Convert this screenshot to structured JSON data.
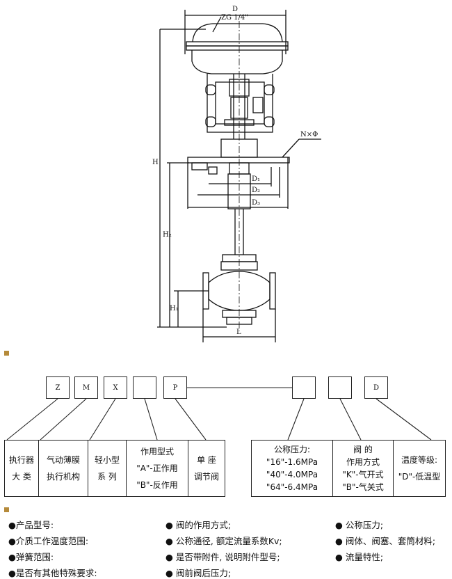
{
  "drawing": {
    "dim_d": "D",
    "thread": "ZG 1/4\"",
    "dim_h": "H",
    "holes": "N×Φ",
    "dim_d1": "D₁",
    "dim_d2": "D₂",
    "dim_d3": "D₃",
    "dim_h2": "H₂",
    "dim_h1": "H₁",
    "dim_l": "L"
  },
  "model_code": {
    "left_boxes": [
      "Z",
      "M",
      "X",
      "",
      "P"
    ],
    "right_boxes": [
      "",
      "",
      "D"
    ],
    "left_desc": [
      "执行器\n大 类",
      "气动薄膜\n执行机构",
      "轻小型\n系 列",
      "作用型式\n\"A\"-正作用\n\"B\"-反作用",
      "单 座\n调节阀"
    ],
    "right_desc": [
      "公称压力:\n\"16\"-1.6MPa\n\"40\"-4.0MPa\n\"64\"-6.4MPa",
      "阀 的\n作用方式\n\"K\"-气开式\n\"B\"-气关式",
      "温度等级:\n\"D\"-低温型"
    ]
  },
  "ordering": {
    "col1": [
      "●产品型号:",
      "●介质工作温度范围:",
      "●弹簧范围:",
      "●是否有其他特殊要求:"
    ],
    "col2": [
      "● 阀的作用方式;",
      "● 公称通径, 额定流量系数Kv;",
      "● 是否带附件, 说明附件型号;",
      "● 阀前阀后压力;"
    ],
    "col3": [
      "● 公称压力;",
      "● 阀体、阀塞、套筒材料;",
      "● 流量特性;"
    ]
  },
  "colors": {
    "accent": "#b58a3a",
    "line": "#222222"
  }
}
